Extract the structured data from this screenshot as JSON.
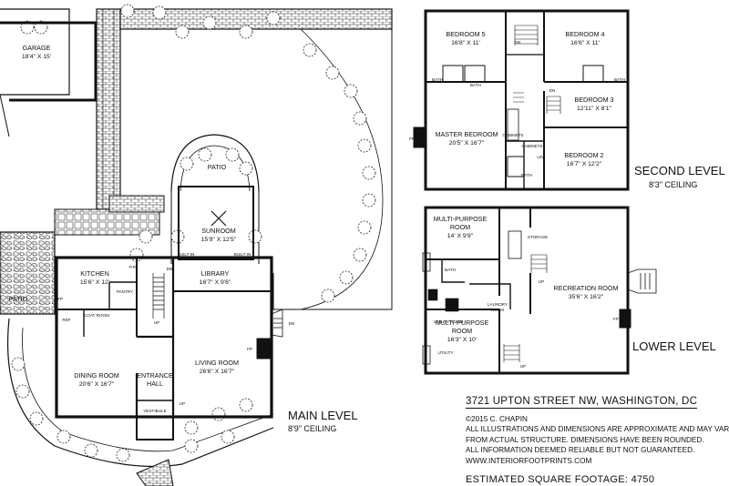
{
  "main_level": {
    "title": "MAIN LEVEL",
    "ceiling": "8'9\" CEILING",
    "rooms": [
      {
        "name": "GARAGE",
        "dims": "18'4\" X 15'"
      },
      {
        "name": "PATIO",
        "dims": ""
      },
      {
        "name": "SUNROOM",
        "dims": "15'9\" X 12'5\""
      },
      {
        "name": "KITCHEN",
        "dims": "15'6\" X 12'"
      },
      {
        "name": "LIBRARY",
        "dims": "16'7\" X 9'6\""
      },
      {
        "name": "PATIO",
        "dims": ""
      },
      {
        "name": "DINING ROOM",
        "dims": "20'6\" X 16'7\""
      },
      {
        "name": "ENTRANCE",
        "dims": "HALL"
      },
      {
        "name": "LIVING ROOM",
        "dims": "26'6\" X 16'7\""
      }
    ],
    "small_labels": [
      "P.R.",
      "PANTRY",
      "COAT ROOM",
      "REF",
      "VESTIBULE",
      "UP",
      "DN",
      "UP",
      "DN",
      "BUILT-IN",
      "BUILT-IN",
      "FP",
      "FP"
    ]
  },
  "second_level": {
    "title": "SECOND LEVEL",
    "ceiling": "8'3\" CEILING",
    "rooms": [
      {
        "name": "BEDROOM 5",
        "dims": "16'8\" X 11'"
      },
      {
        "name": "BEDROOM 4",
        "dims": "16'6\" X 11'"
      },
      {
        "name": "BEDROOM 3",
        "dims": "12'11\" X 8'1\""
      },
      {
        "name": "MASTER BEDROOM",
        "dims": "20'5\" X 16'7\""
      },
      {
        "name": "BEDROOM 2",
        "dims": "16'7\" X 12'2\""
      }
    ],
    "small_labels": [
      "BATH",
      "BATH",
      "BATH",
      "BATH",
      "CABINETS",
      "CABINETS",
      "DN",
      "DN",
      "LIN",
      "FP"
    ]
  },
  "lower_level": {
    "title": "LOWER LEVEL",
    "rooms": [
      {
        "name": "MULTI-PURPOSE",
        "name2": "ROOM",
        "dims": "14' X 9'8\""
      },
      {
        "name": "RECREATION ROOM",
        "name2": "",
        "dims": "35'6\" X 16'2\""
      },
      {
        "name": "MULTI-PURPOSE",
        "name2": "ROOM",
        "dims": "16'3\" X 10'"
      }
    ],
    "small_labels": [
      "BATH",
      "UTILITY ROOM",
      "LAUNDRY",
      "ROOM",
      "STORAGE",
      "UTILITY",
      "UP",
      "UP",
      "FP"
    ]
  },
  "info": {
    "address": "3721 UPTON STREET NW, WASHINGTON, DC",
    "copyright": "©2015 C. CHAPIN",
    "disclaimer": [
      "ALL ILLUSTRATIONS AND DIMENSIONS ARE APPROXIMATE AND MAY VARY",
      "FROM ACTUAL STRUCTURE. DIMENSIONS HAVE BEEN ROUNDED.",
      "ALL INFORMATION DEEMED RELIABLE BUT NOT GUARANTEED."
    ],
    "website": "WWW.INTERIORFOOTPRINTS.COM",
    "square_footage": "ESTIMATED SQUARE FOOTAGE: 4750"
  },
  "colors": {
    "line": "#111111",
    "paper": "#ffffff",
    "hatch": "#555555"
  }
}
